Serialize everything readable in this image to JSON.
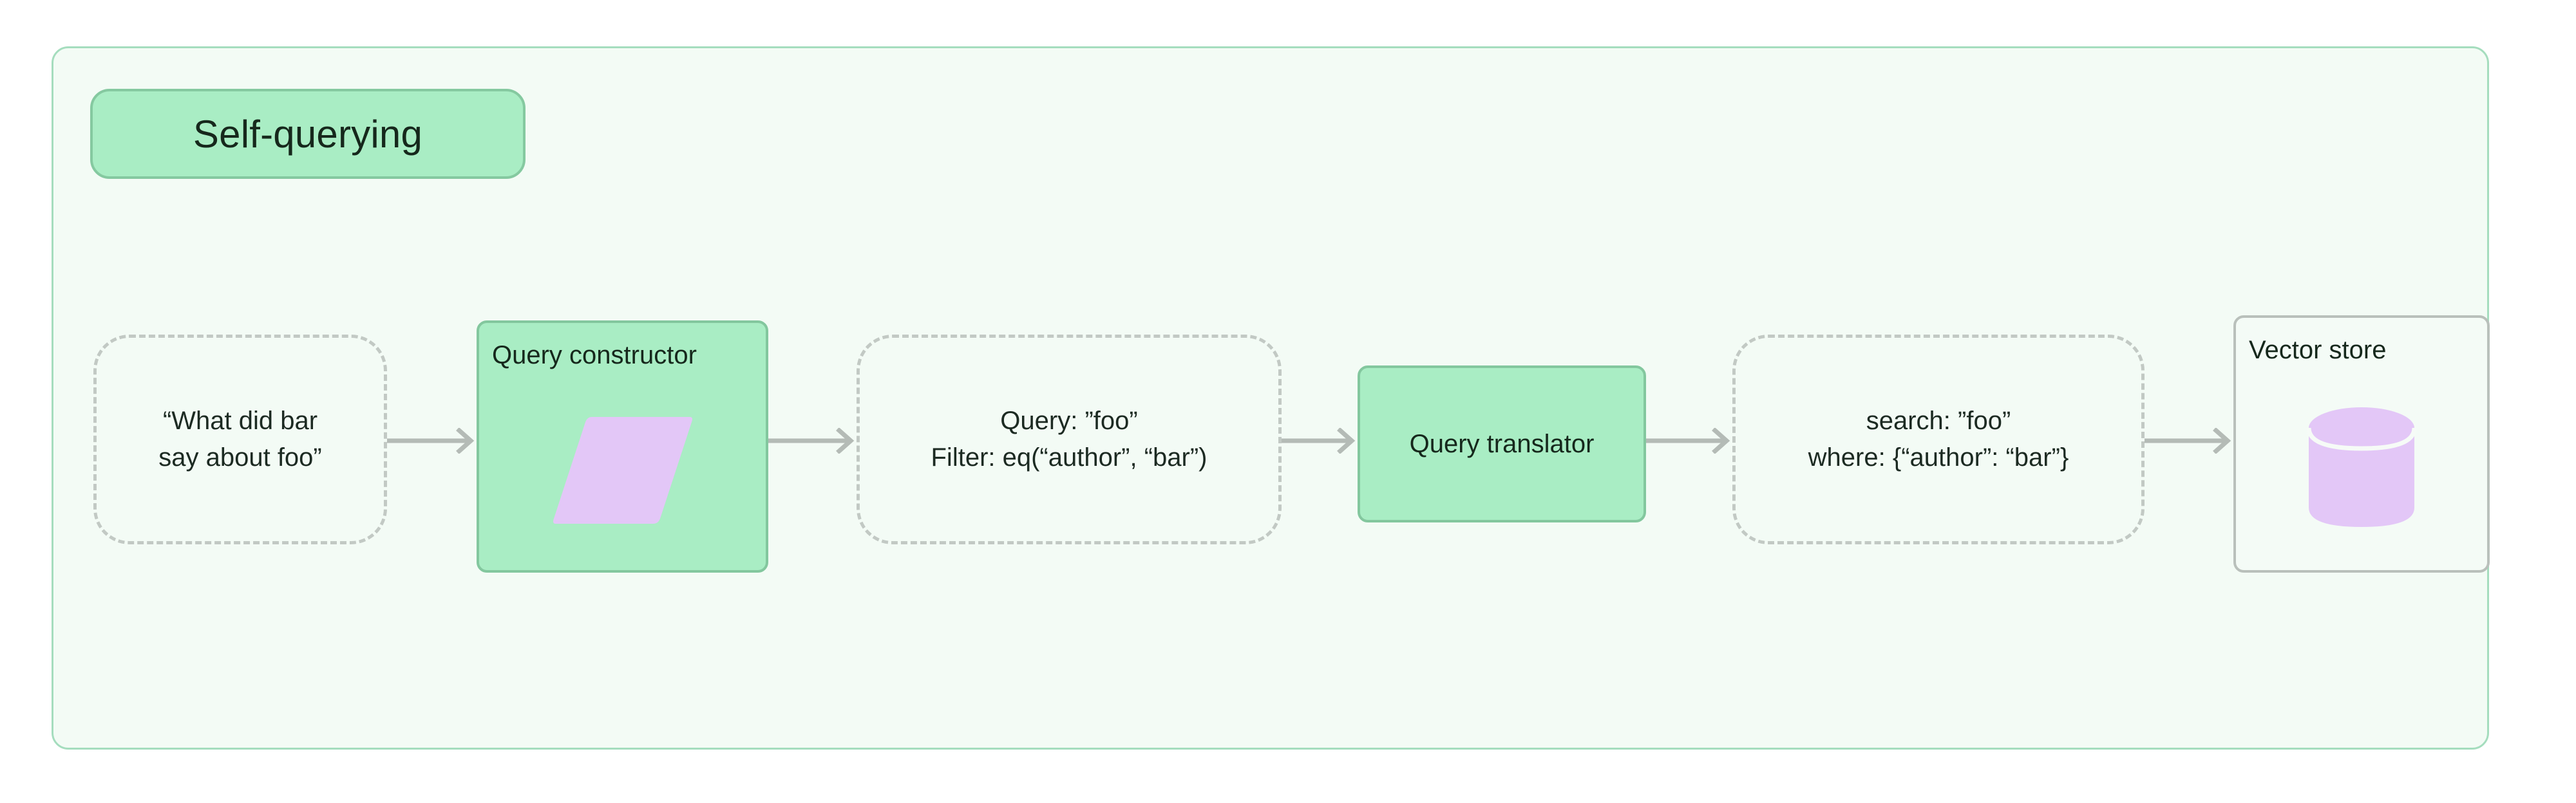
{
  "diagram": {
    "title": "Self-querying",
    "container_fill": "#f3fbf5",
    "container_border": "#a5ddbe",
    "accent_green": "#a9edc4",
    "accent_green_border": "#83c79e",
    "accent_purple": "#e3c7f7",
    "edge_color": "#b4bbb6",
    "dashed_border_color": "#c2c9c4",
    "text_color": "#1c2a22"
  },
  "nodes": [
    {
      "id": "user-query",
      "style": "dashed",
      "lines": [
        "“What did bar",
        "say about foo”"
      ]
    },
    {
      "id": "query-constructor",
      "style": "solid-green",
      "label": "Query constructor",
      "icon": "parallelogram-icon"
    },
    {
      "id": "structured-query",
      "style": "dashed",
      "lines": [
        "Query: ”foo”",
        "Filter: eq(“author”, “bar”)"
      ]
    },
    {
      "id": "query-translator",
      "style": "solid-green",
      "label": "Query translator"
    },
    {
      "id": "vector-query",
      "style": "dashed",
      "lines": [
        "search: ”foo”",
        "where: {“author”: “bar”}"
      ]
    },
    {
      "id": "vector-store",
      "style": "solid-grey",
      "label": "Vector store",
      "icon": "database-cylinder-icon"
    }
  ],
  "edges": [
    {
      "id": "edge-1",
      "from": "user-query",
      "to": "query-constructor"
    },
    {
      "id": "edge-2",
      "from": "query-constructor",
      "to": "structured-query"
    },
    {
      "id": "edge-3",
      "from": "structured-query",
      "to": "query-translator"
    },
    {
      "id": "edge-4",
      "from": "query-translator",
      "to": "vector-query"
    },
    {
      "id": "edge-5",
      "from": "vector-query",
      "to": "vector-store"
    }
  ]
}
